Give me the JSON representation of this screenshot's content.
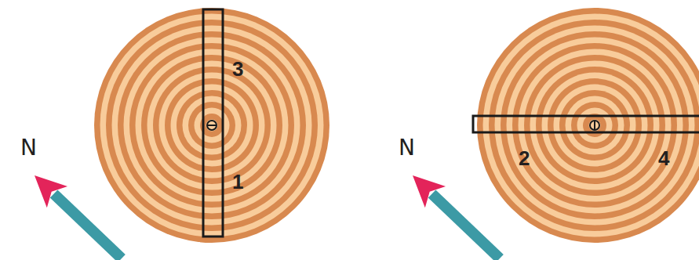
{
  "diagram": {
    "labels": [
      "3",
      "N",
      "1",
      "N",
      "2",
      "4"
    ]
  }
}
